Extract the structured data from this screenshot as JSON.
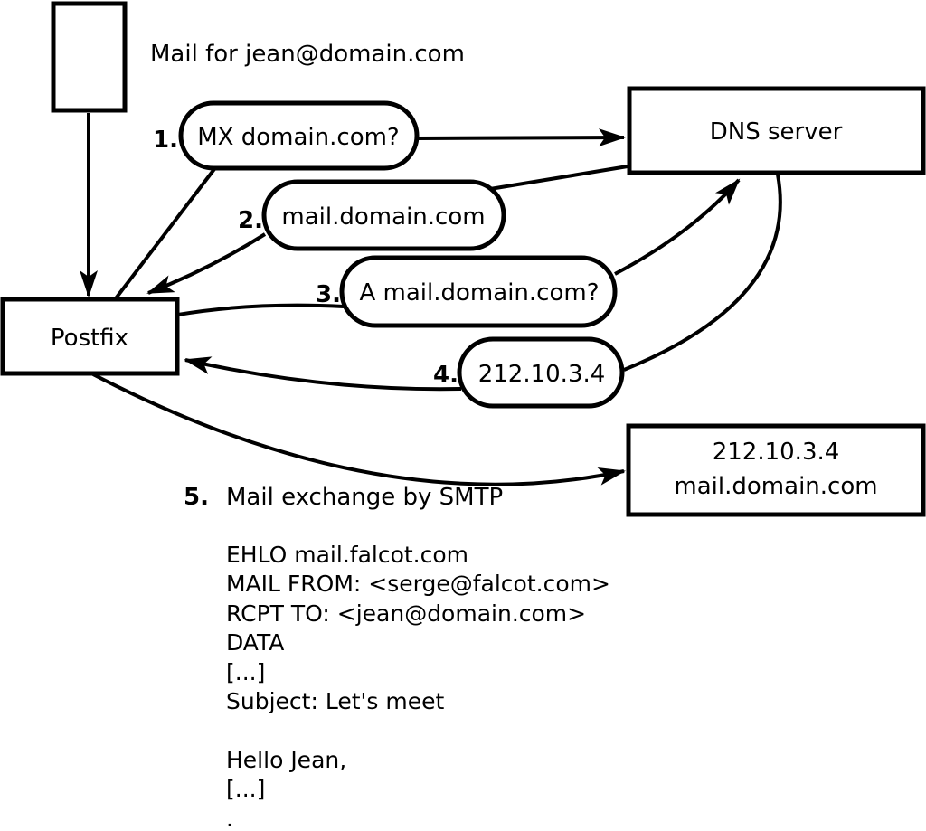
{
  "annotation": {
    "mail_for": "Mail for jean@domain.com"
  },
  "nodes": {
    "postfix": "Postfix",
    "dns_server": "DNS server",
    "mail_server_line1": "212.10.3.4",
    "mail_server_line2": "mail.domain.com"
  },
  "steps": [
    {
      "num": "1.",
      "label": "MX domain.com?"
    },
    {
      "num": "2.",
      "label": "mail.domain.com"
    },
    {
      "num": "3.",
      "label": "A mail.domain.com?"
    },
    {
      "num": "4.",
      "label": "212.10.3.4"
    },
    {
      "num": "5.",
      "label": "Mail exchange by SMTP"
    }
  ],
  "smtp_session": {
    "lines": [
      "EHLO mail.falcot.com",
      "MAIL FROM: <serge@falcot.com>",
      "RCPT TO: <jean@domain.com>",
      "DATA",
      "[...]",
      "Subject: Let's meet",
      "",
      "Hello Jean,",
      "[...]",
      "."
    ]
  },
  "colors": {
    "stroke": "#000000",
    "background": "#ffffff"
  }
}
